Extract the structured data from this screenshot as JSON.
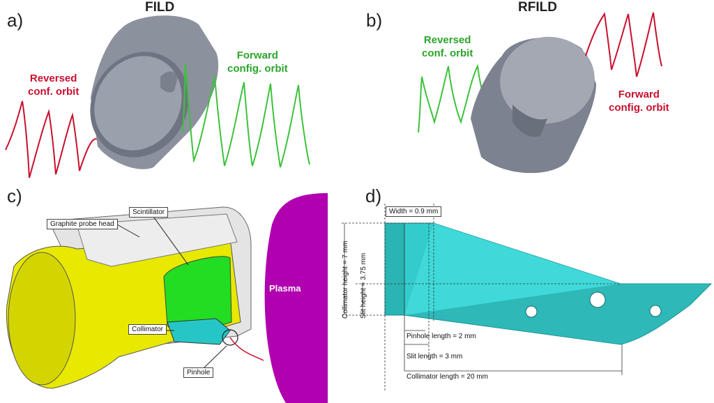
{
  "panels": {
    "a": {
      "label": "a)",
      "title": "FILD",
      "reversed": "Reversed\nconf. orbit",
      "forward": "Forward\nconfig. orbit"
    },
    "b": {
      "label": "b)",
      "title": "RFILD",
      "reversed": "Reversed\nconf. orbit",
      "forward": "Forward\nconfig. orbit"
    },
    "c": {
      "label": "c)",
      "graphite": "Graphite probe head",
      "scintillator": "Scintillator",
      "collimator": "Collimator",
      "pinhole": "Pinhole",
      "plasma": "Plasma"
    },
    "d": {
      "label": "d)",
      "width": "Width = 0.9 mm",
      "collimator_height": "Collimator height = 7 mm",
      "slit_height": "Slit height = 3.75 mm",
      "pinhole_length": "Pinhole length = 2 mm",
      "slit_length": "Slit length = 3 mm",
      "collimator_length": "Collimator length = 20 mm"
    }
  },
  "colors": {
    "forward_orbit_a": "#3cc23c",
    "reversed_orbit_a": "#c8102e",
    "probe_body": "#8a8f9c",
    "yellow_shell": "#e8e800",
    "scintillator": "#22dd22",
    "collimator": "#26c6c6",
    "plasma": "#b000b0",
    "collimator_d": "#33cccc"
  }
}
